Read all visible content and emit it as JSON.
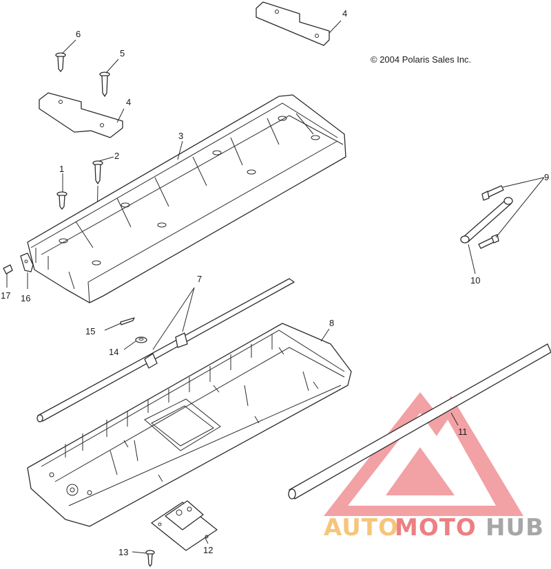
{
  "copyright": "© 2004 Polaris Sales Inc.",
  "callouts": [
    {
      "id": "1",
      "label": "1"
    },
    {
      "id": "2",
      "label": "2"
    },
    {
      "id": "3",
      "label": "3"
    },
    {
      "id": "4a",
      "label": "4"
    },
    {
      "id": "4b",
      "label": "4"
    },
    {
      "id": "5",
      "label": "5"
    },
    {
      "id": "6",
      "label": "6"
    },
    {
      "id": "7",
      "label": "7"
    },
    {
      "id": "8",
      "label": "8"
    },
    {
      "id": "9",
      "label": "9"
    },
    {
      "id": "10",
      "label": "10"
    },
    {
      "id": "11",
      "label": "11"
    },
    {
      "id": "12",
      "label": "12"
    },
    {
      "id": "13",
      "label": "13"
    },
    {
      "id": "14",
      "label": "14"
    },
    {
      "id": "15",
      "label": "15"
    },
    {
      "id": "16",
      "label": "16"
    },
    {
      "id": "17",
      "label": "17"
    }
  ],
  "watermark": {
    "word_1": "AUTO",
    "word_2": "MOTO",
    "word_3": "HUB",
    "color_orange": "#f3b24f",
    "color_red": "#e8555a",
    "color_gray": "#8a8a8a"
  }
}
